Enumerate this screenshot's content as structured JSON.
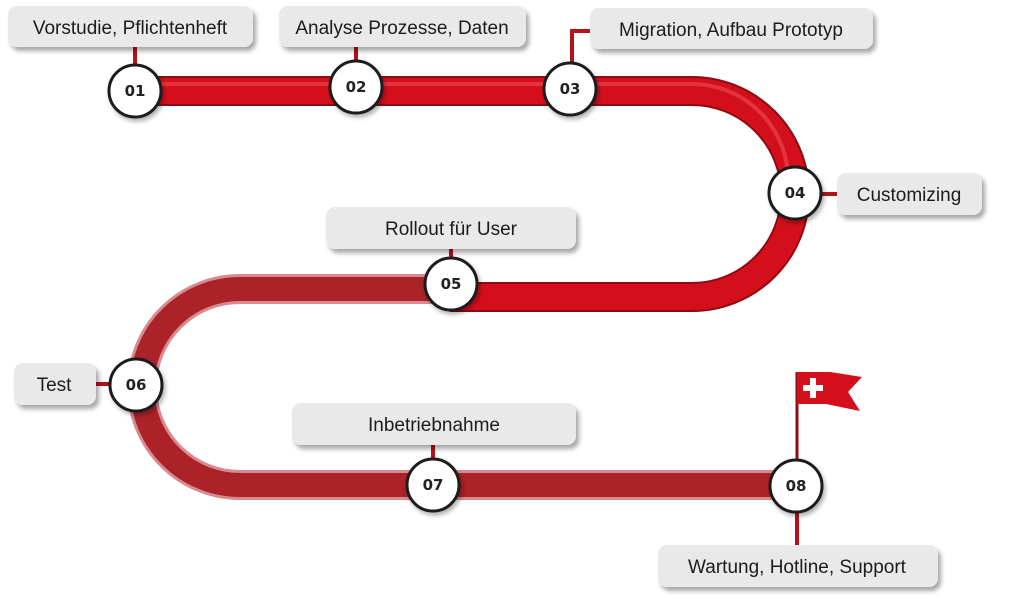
{
  "roadmap": {
    "accent_color": "#d40f1c",
    "dark_track_color": "#ab2229",
    "box_color": "#e9e9e9",
    "steps": [
      {
        "number": "01",
        "label": "Vorstudie, Pflichtenheft"
      },
      {
        "number": "02",
        "label": "Analyse Prozesse, Daten"
      },
      {
        "number": "03",
        "label": "Migration, Aufbau Prototyp"
      },
      {
        "number": "04",
        "label": "Customizing"
      },
      {
        "number": "05",
        "label": "Rollout für User"
      },
      {
        "number": "06",
        "label": "Test"
      },
      {
        "number": "07",
        "label": "Inbetriebnahme"
      },
      {
        "number": "08",
        "label": "Wartung, Hotline, Support"
      }
    ],
    "end_flag_icon": "swiss-flag-icon"
  }
}
